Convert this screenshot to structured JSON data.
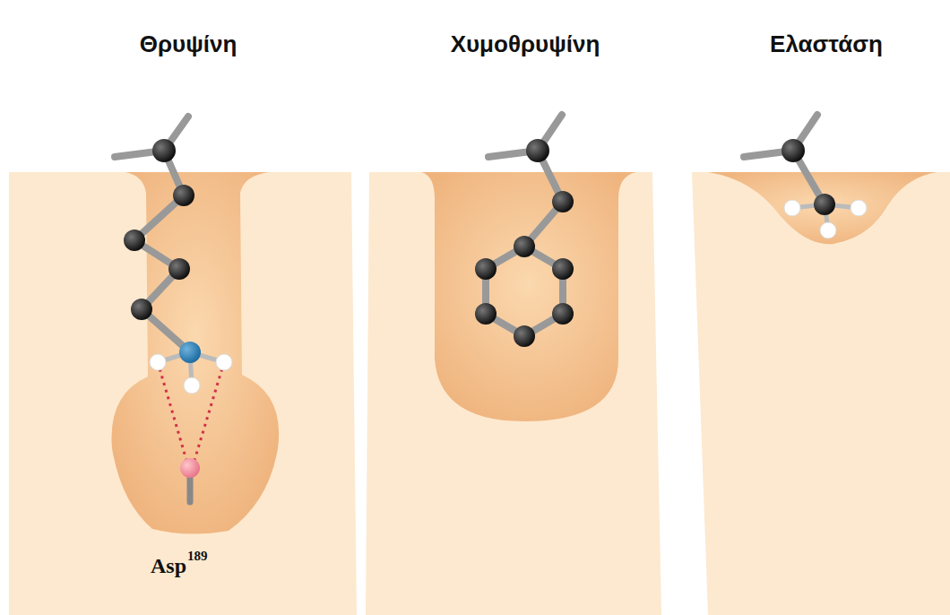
{
  "diagram": {
    "labels": [
      "Θρυψίνη",
      "Χυμοθρυψίνη",
      "Ελαστάση",
      "Asp",
      "189"
    ]
  }
}
